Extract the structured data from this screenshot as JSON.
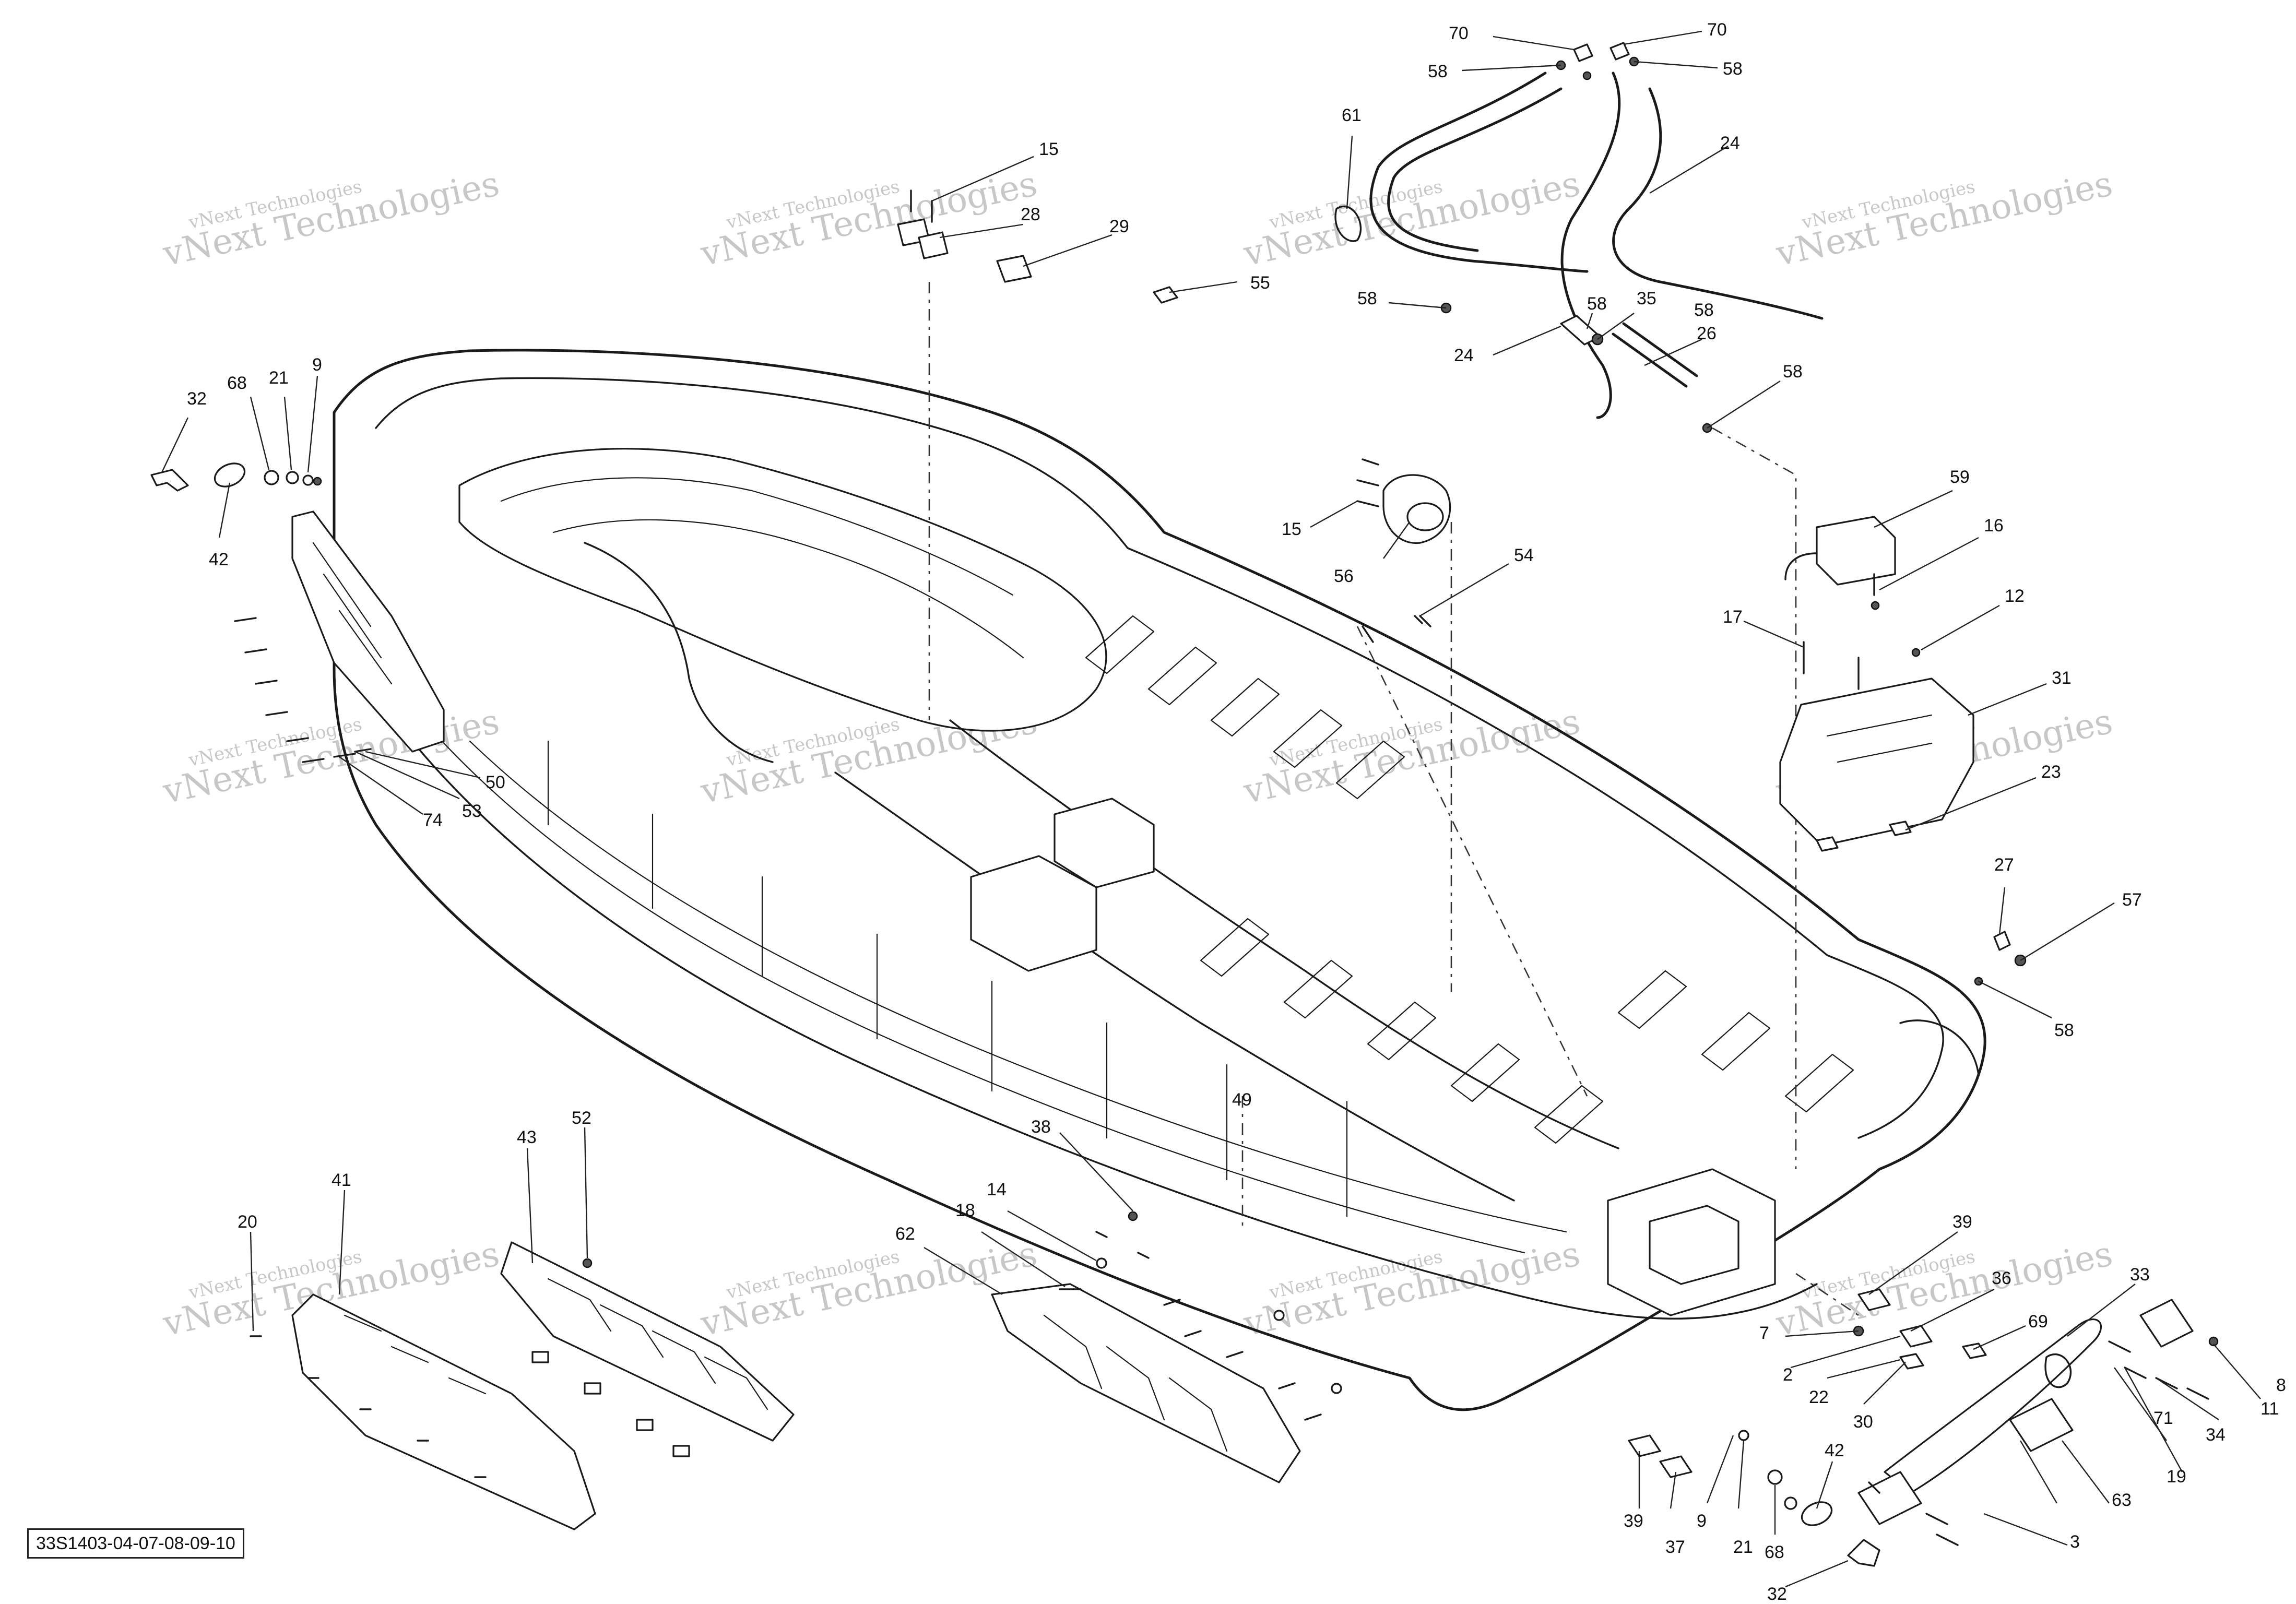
{
  "document_id": "33S1403-04-07-08-09-10",
  "watermark": {
    "line1": "vNext Technologies",
    "line2": "Technologies"
  },
  "callouts": [
    "70",
    "70",
    "58",
    "58",
    "61",
    "24",
    "15",
    "28",
    "29",
    "55",
    "58",
    "58",
    "35",
    "58",
    "26",
    "24",
    "58",
    "32",
    "68",
    "21",
    "9",
    "42",
    "59",
    "16",
    "12",
    "17",
    "15",
    "56",
    "54",
    "31",
    "23",
    "50",
    "53",
    "74",
    "27",
    "57",
    "58",
    "39",
    "36",
    "69",
    "33",
    "52",
    "43",
    "41",
    "20",
    "38",
    "14",
    "18",
    "62",
    "49",
    "7",
    "2",
    "22",
    "30",
    "11",
    "8",
    "34",
    "71",
    "19",
    "63",
    "3",
    "42",
    "39",
    "9",
    "37",
    "21",
    "68",
    "32"
  ]
}
